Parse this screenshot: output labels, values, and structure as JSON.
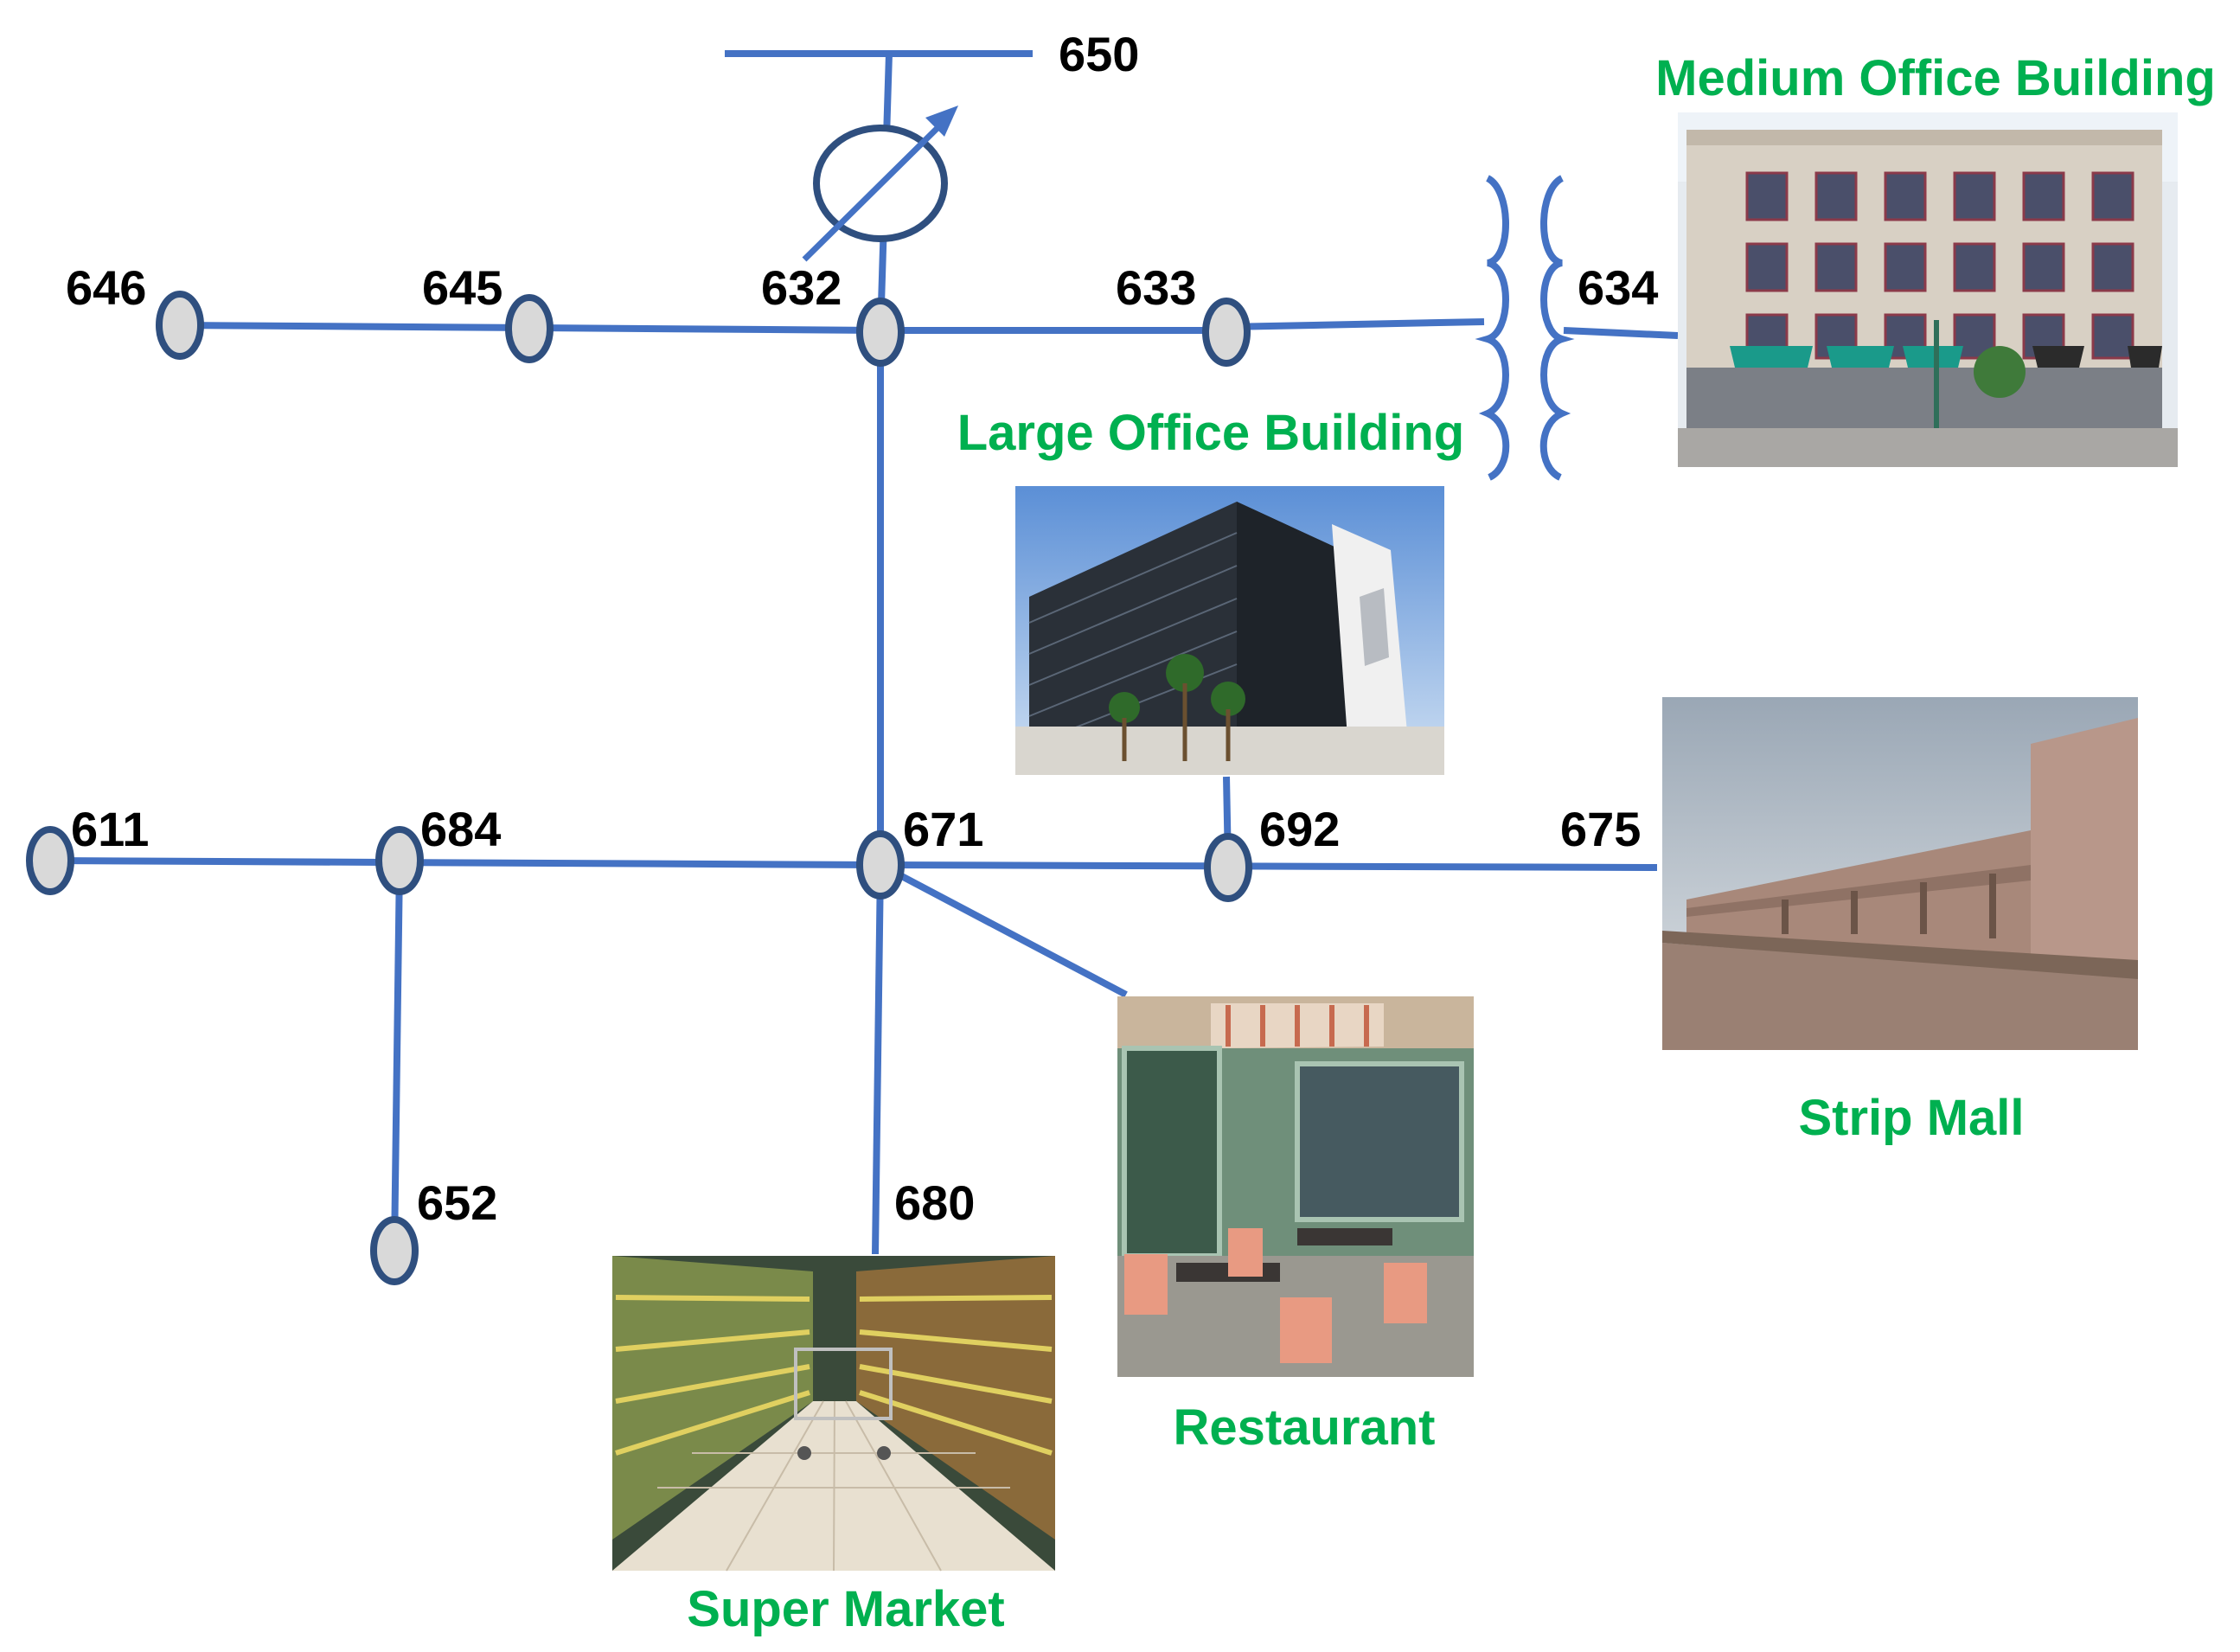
{
  "colors": {
    "line": "#4472c4",
    "node_fill": "#d9d9d9",
    "node_stroke": "#2f4f7f",
    "building_label": "#00b050",
    "bus_label": "#000000"
  },
  "buses": [
    "650",
    "632",
    "646",
    "645",
    "633",
    "634",
    "611",
    "684",
    "671",
    "692",
    "675",
    "652",
    "680"
  ],
  "buildings": {
    "medium_office": "Medium Office Building",
    "large_office": "Large Office Building",
    "strip_mall": "Strip Mall",
    "restaurant": "Restaurant",
    "super_market": "Super Market"
  }
}
